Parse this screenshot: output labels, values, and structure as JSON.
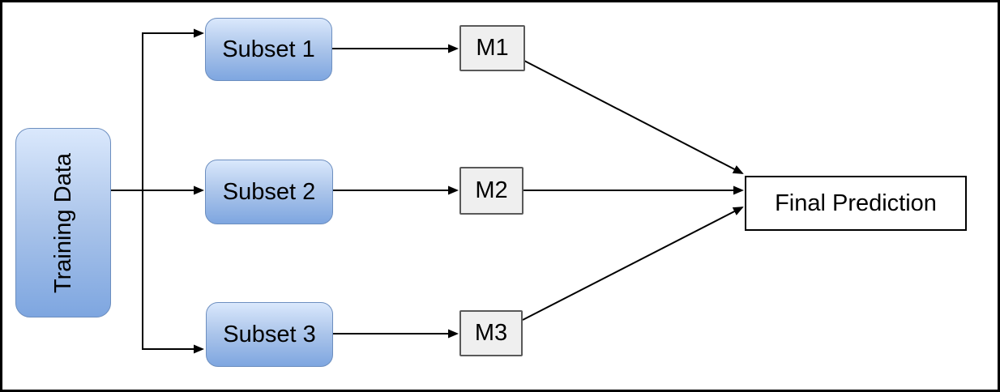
{
  "diagram": {
    "type": "flow-diagram",
    "description": "Ensemble learning (bagging) flow: training data split into subsets, each trains a model, models combine into a final prediction",
    "nodes": {
      "training_data": {
        "label": "Training Data",
        "shape": "rounded-rect",
        "fill": "blue-gradient",
        "text_orientation": "vertical"
      },
      "subset1": {
        "label": "Subset 1",
        "shape": "rounded-rect",
        "fill": "blue-gradient"
      },
      "subset2": {
        "label": "Subset 2",
        "shape": "rounded-rect",
        "fill": "blue-gradient"
      },
      "subset3": {
        "label": "Subset 3",
        "shape": "rounded-rect",
        "fill": "blue-gradient"
      },
      "m1": {
        "label": "M1",
        "shape": "rect",
        "fill": "gray"
      },
      "m2": {
        "label": "M2",
        "shape": "rect",
        "fill": "gray"
      },
      "m3": {
        "label": "M3",
        "shape": "rect",
        "fill": "gray"
      },
      "final_prediction": {
        "label": "Final Prediction",
        "shape": "rect",
        "fill": "white"
      }
    },
    "edges": [
      {
        "from": "training_data",
        "to": "subset1",
        "style": "orthogonal-arrow"
      },
      {
        "from": "training_data",
        "to": "subset2",
        "style": "straight-arrow"
      },
      {
        "from": "training_data",
        "to": "subset3",
        "style": "orthogonal-arrow"
      },
      {
        "from": "subset1",
        "to": "m1",
        "style": "straight-arrow"
      },
      {
        "from": "subset2",
        "to": "m2",
        "style": "straight-arrow"
      },
      {
        "from": "subset3",
        "to": "m3",
        "style": "straight-arrow"
      },
      {
        "from": "m1",
        "to": "final_prediction",
        "style": "diagonal-arrow"
      },
      {
        "from": "m2",
        "to": "final_prediction",
        "style": "straight-arrow"
      },
      {
        "from": "m3",
        "to": "final_prediction",
        "style": "diagonal-arrow"
      }
    ],
    "colors": {
      "blue_node_top": "#dae8fc",
      "blue_node_bottom": "#7ea6e0",
      "blue_node_border": "#6c8ebf",
      "gray_node_fill": "#efefef",
      "gray_node_border": "#595959",
      "final_node_fill": "#ffffff",
      "final_node_border": "#000000",
      "arrow_color": "#000000",
      "frame_color": "#000000",
      "text_color": "#000000"
    }
  }
}
